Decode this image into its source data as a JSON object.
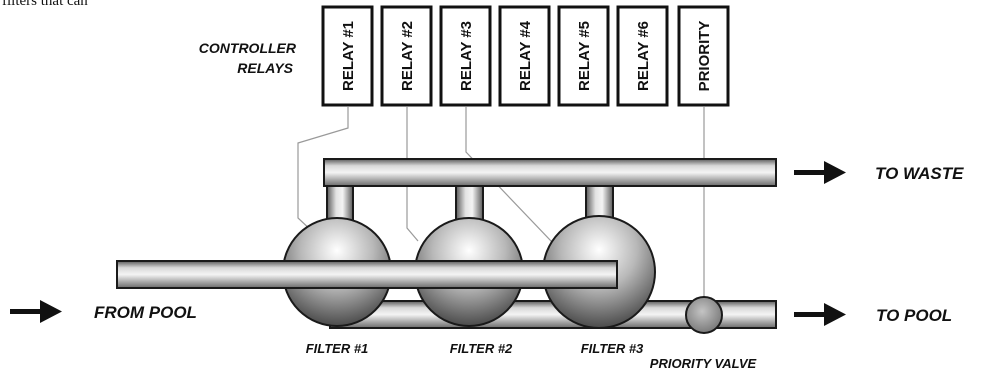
{
  "intro_text_fragment": "filters that can",
  "controller_label": [
    "CONTROLLER",
    "RELAYS"
  ],
  "relays": [
    {
      "label": "RELAY #1"
    },
    {
      "label": "RELAY #2"
    },
    {
      "label": "RELAY #3"
    },
    {
      "label": "RELAY #4"
    },
    {
      "label": "RELAY #5"
    },
    {
      "label": "RELAY #6"
    },
    {
      "label": "PRIORITY"
    }
  ],
  "filters": [
    {
      "label": "FILTER #1"
    },
    {
      "label": "FILTER #2"
    },
    {
      "label": "FILTER #3"
    }
  ],
  "flows": {
    "from_pool": "FROM POOL",
    "to_waste": "TO WASTE",
    "to_pool": "TO POOL"
  },
  "priority_valve_label": "PRIORITY VALVE"
}
